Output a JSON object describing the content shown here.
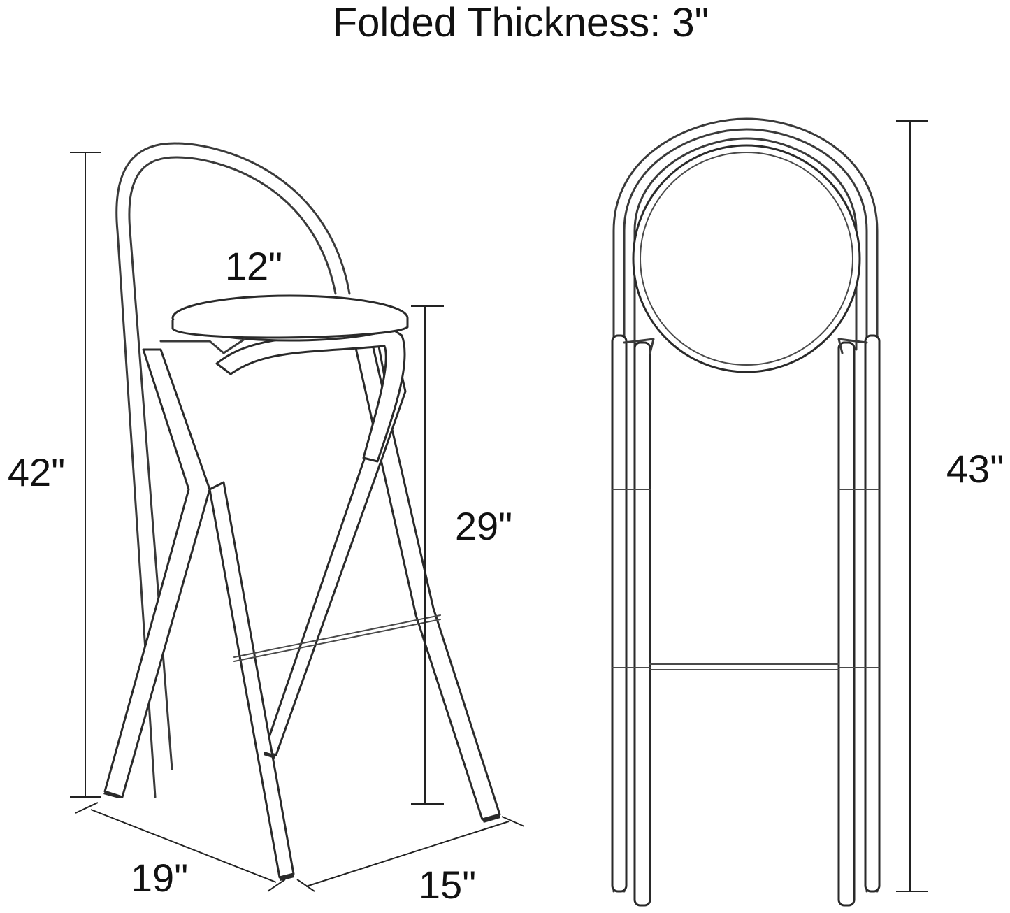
{
  "title": "Folded Thickness: 3\"",
  "labels": {
    "overall_height_open": "42\"",
    "seat_diameter": "12\"",
    "seat_height": "29\"",
    "depth": "19\"",
    "width": "15\"",
    "overall_height_folded": "43\""
  },
  "colors": {
    "line": "#2a2a2a",
    "text": "#111111",
    "background": "#ffffff"
  }
}
